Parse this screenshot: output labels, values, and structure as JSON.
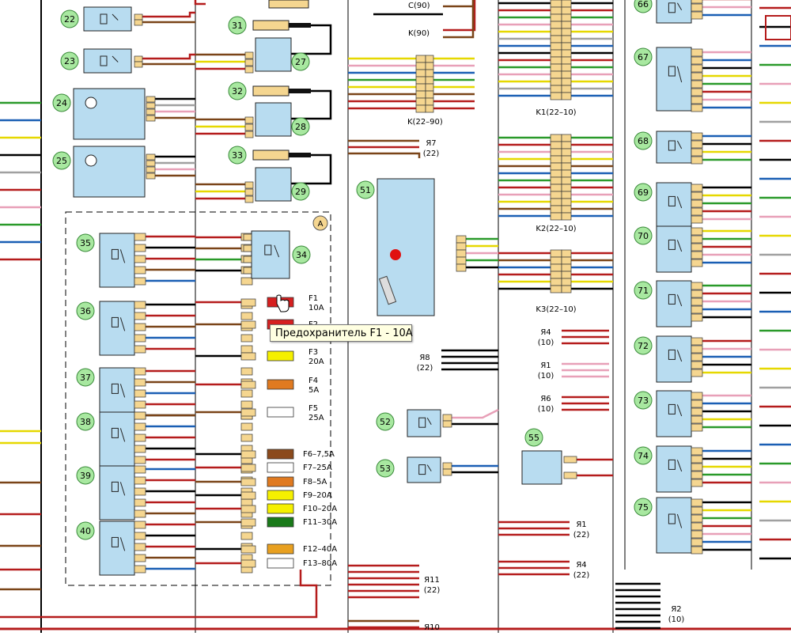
{
  "diagram": {
    "circle_numbers": [
      "22",
      "23",
      "24",
      "25",
      "31",
      "27",
      "32",
      "28",
      "33",
      "29",
      "35",
      "34",
      "36",
      "37",
      "38",
      "39",
      "40",
      "51",
      "52",
      "53",
      "55",
      "66",
      "67",
      "68",
      "69",
      "70",
      "71",
      "72",
      "73",
      "74",
      "75"
    ],
    "section_marker": "A",
    "fuses": [
      {
        "label": "F1\n10A",
        "color": "#d62020",
        "selected": true
      },
      {
        "label": "F2",
        "color": "#d62020"
      },
      {
        "label": "F3\n20A",
        "color": "#f5f000"
      },
      {
        "label": "F4\n5A",
        "color": "#e07a20"
      },
      {
        "label": "F5\n25A",
        "color": "#ffffff"
      },
      {
        "label": "F6–7,5A",
        "color": "#8b4a1c"
      },
      {
        "label": "F7–25A",
        "color": "#ffffff"
      },
      {
        "label": "F8–5A",
        "color": "#e07a20"
      },
      {
        "label": "F9–20A",
        "color": "#f5f000"
      },
      {
        "label": "F10–20A",
        "color": "#f5f000"
      },
      {
        "label": "F11–30A",
        "color": "#1a7a1a"
      },
      {
        "label": "F12–40A",
        "color": "#e8a020"
      },
      {
        "label": "F13–80A",
        "color": "#ffffff"
      }
    ],
    "connector_labels": {
      "c90": "C(90)",
      "k90": "K(90)",
      "k22_90": "K(22–90)",
      "ya7": "Я7",
      "ya7_sub": "(22)",
      "k1": "K1(22–10)",
      "k2": "K2(22–10)",
      "k3": "K3(22–10)",
      "ya4a": "Я4",
      "ya4a_sub": "(10)",
      "ya1a": "Я1",
      "ya1a_sub": "(10)",
      "ya6": "Я6",
      "ya6_sub": "(10)",
      "ya8": "Я8",
      "ya8_sub": "(22)",
      "ya1b": "Я1",
      "ya1b_sub": "(22)",
      "ya4b": "Я4",
      "ya4b_sub": "(22)",
      "ya11": "Я11",
      "ya11_sub": "(22)",
      "ya10": "Я10",
      "ya2": "Я2",
      "ya2_sub": "(10)"
    },
    "tooltip": "Предохранитель F1 - 10A",
    "colors": {
      "wire_red": "#b51c1c",
      "wire_black": "#000000",
      "wire_blue": "#1a5fb4",
      "wire_green": "#2a9a2a",
      "wire_yellow": "#e6d800",
      "wire_brown": "#7a4418",
      "wire_pink": "#e8a0b8",
      "wire_gray": "#a0a0a0",
      "relay_fill": "#b8dcf0",
      "pin_fill": "#f5d690",
      "circle_fill": "#a8e8a0"
    }
  }
}
